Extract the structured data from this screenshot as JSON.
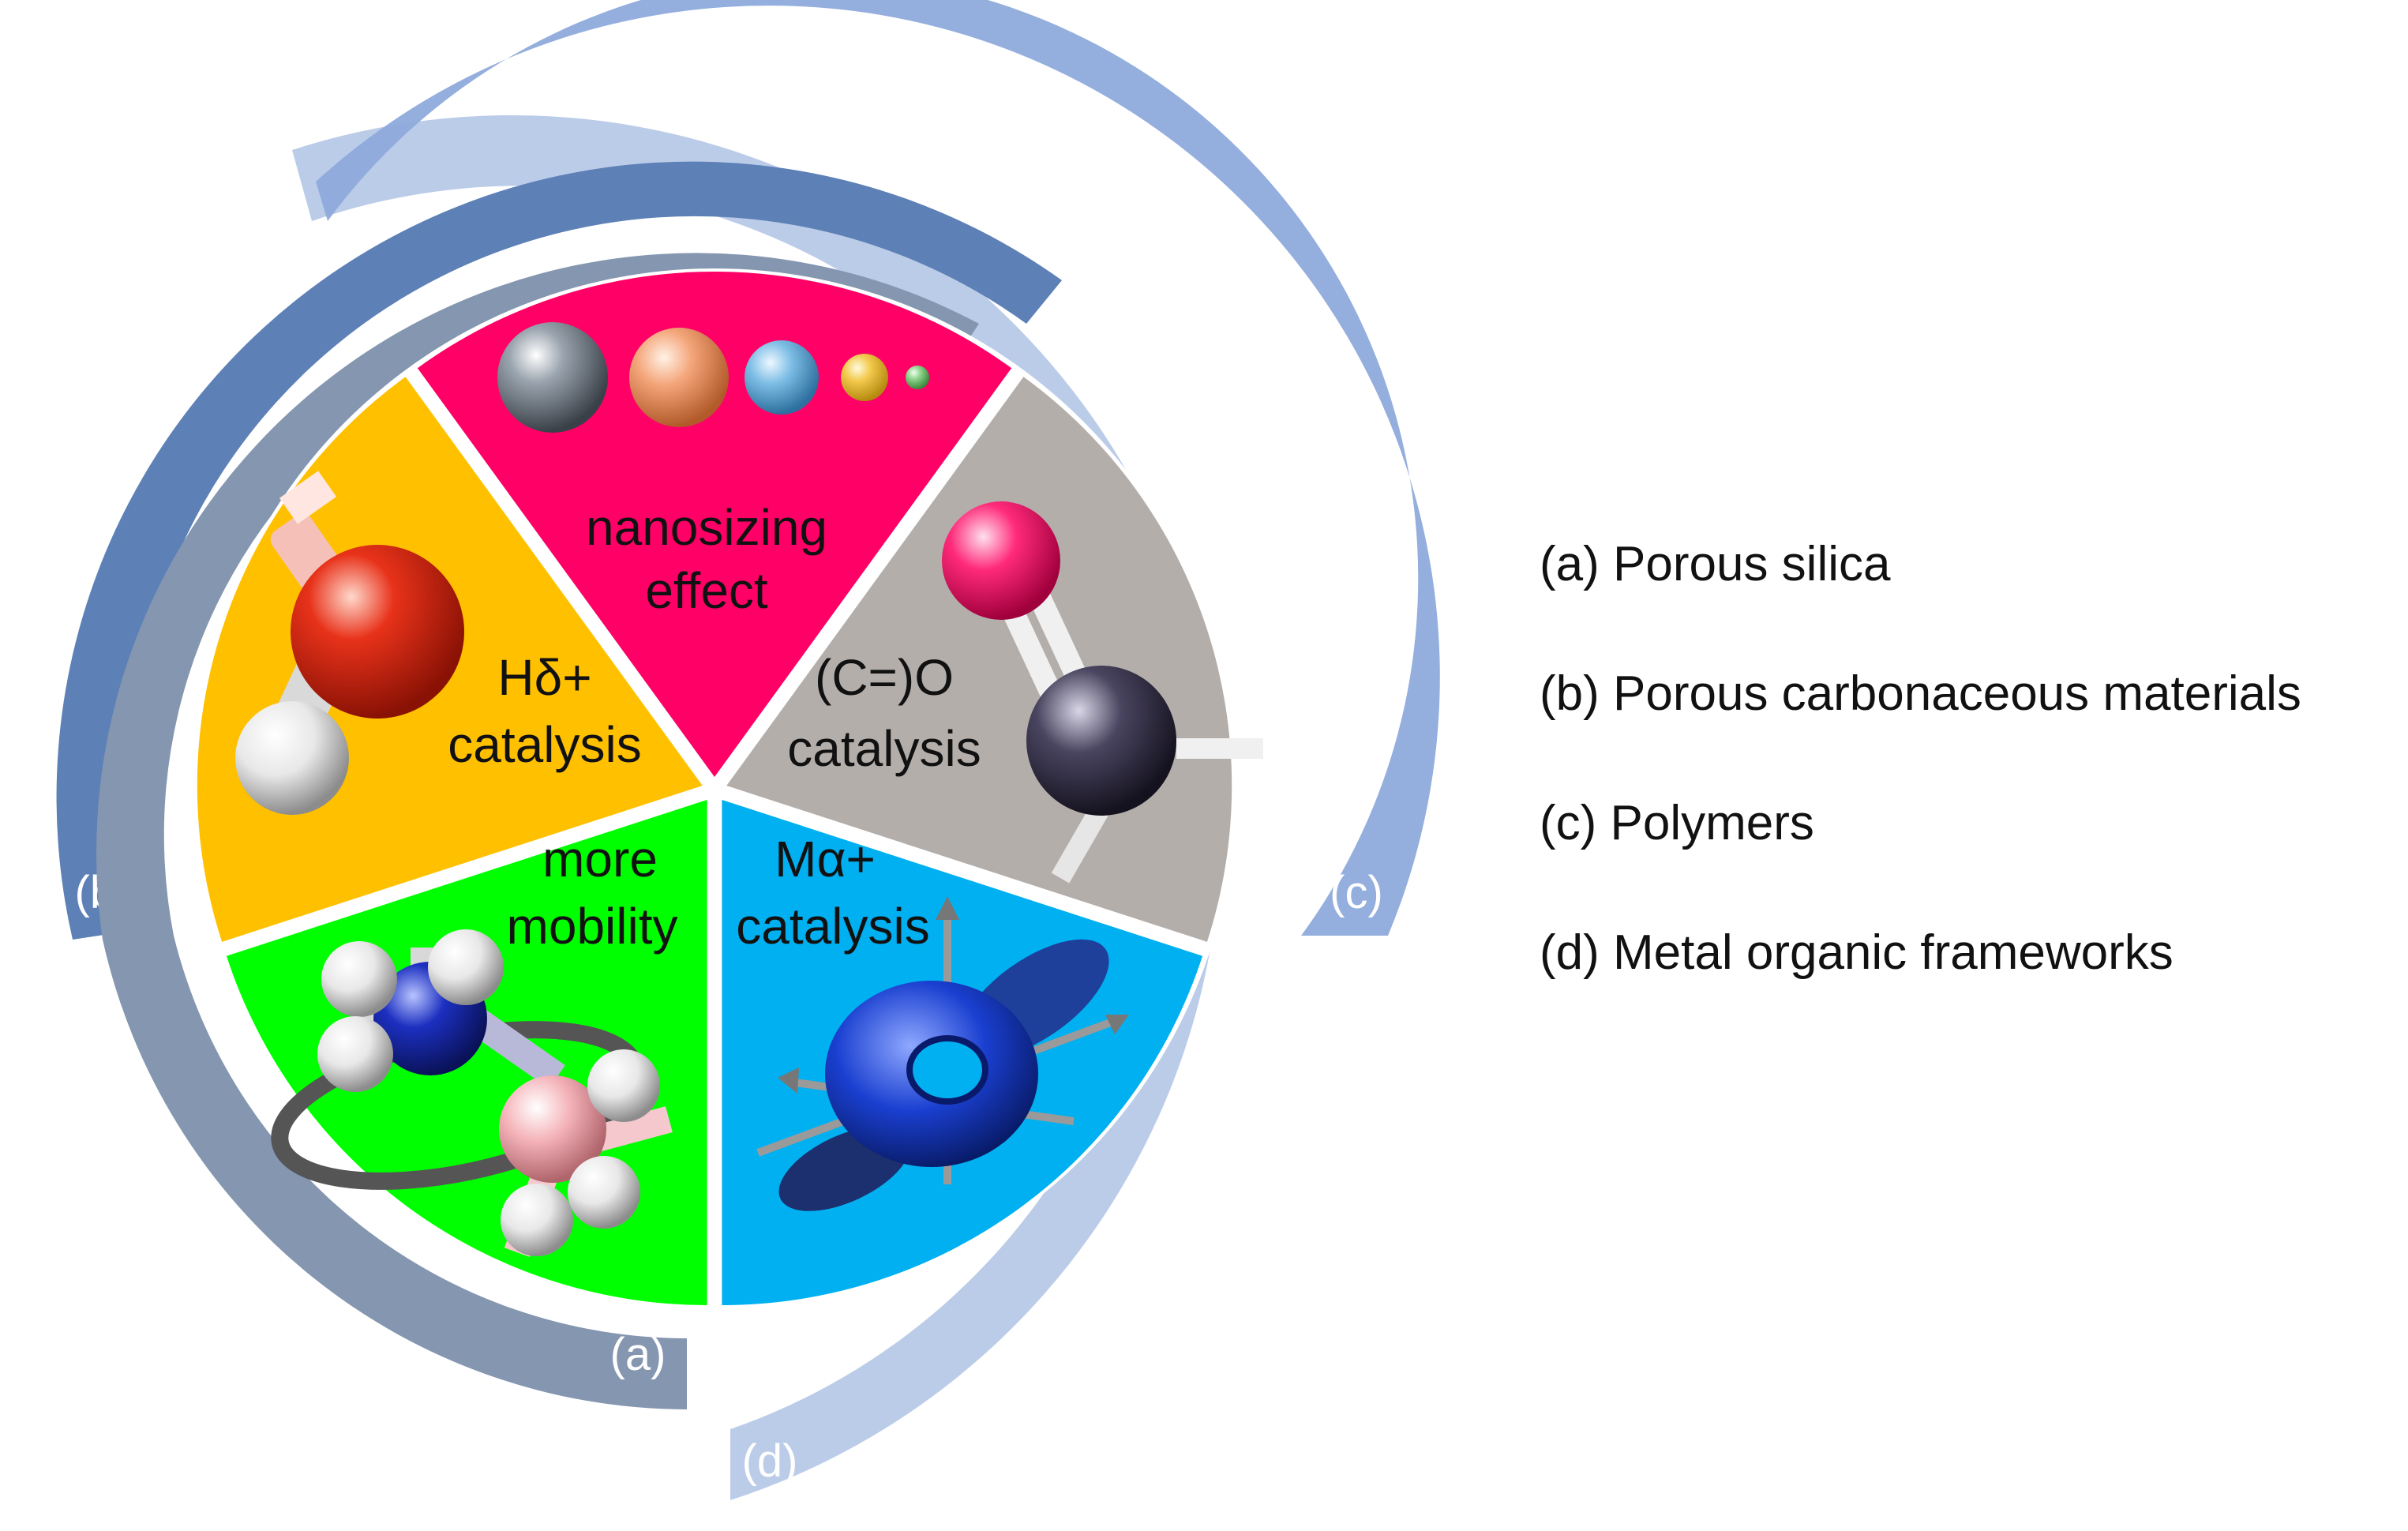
{
  "wedges": [
    {
      "id": "nanosizing",
      "lines": [
        "nanosizing",
        "effect"
      ],
      "color": "#ff0066"
    },
    {
      "id": "co",
      "lines": [
        "(C=)O",
        "catalysis"
      ],
      "color": "#b4aeab"
    },
    {
      "id": "metal",
      "lines": [
        "Mα+",
        "catalysis"
      ],
      "color": "#00b0f0"
    },
    {
      "id": "mobility",
      "lines": [
        "more",
        "mobility"
      ],
      "color": "#00ff00"
    },
    {
      "id": "hydrogen",
      "lines": [
        "Hδ+",
        "catalysis"
      ],
      "color": "#ffc000"
    }
  ],
  "rings": {
    "a": {
      "tag": "(a)",
      "color": "#8496b0"
    },
    "b": {
      "tag": "(b)",
      "color": "#6a8cc0"
    },
    "c": {
      "tag": "(c)",
      "color": "#8eaadb"
    },
    "d": {
      "tag": "(d)",
      "color": "#b4c7e7"
    }
  },
  "legend": [
    "(a) Porous silica",
    "(b) Porous carbonaceous materials",
    "(c) Polymers",
    "(d) Metal organic frameworks"
  ]
}
